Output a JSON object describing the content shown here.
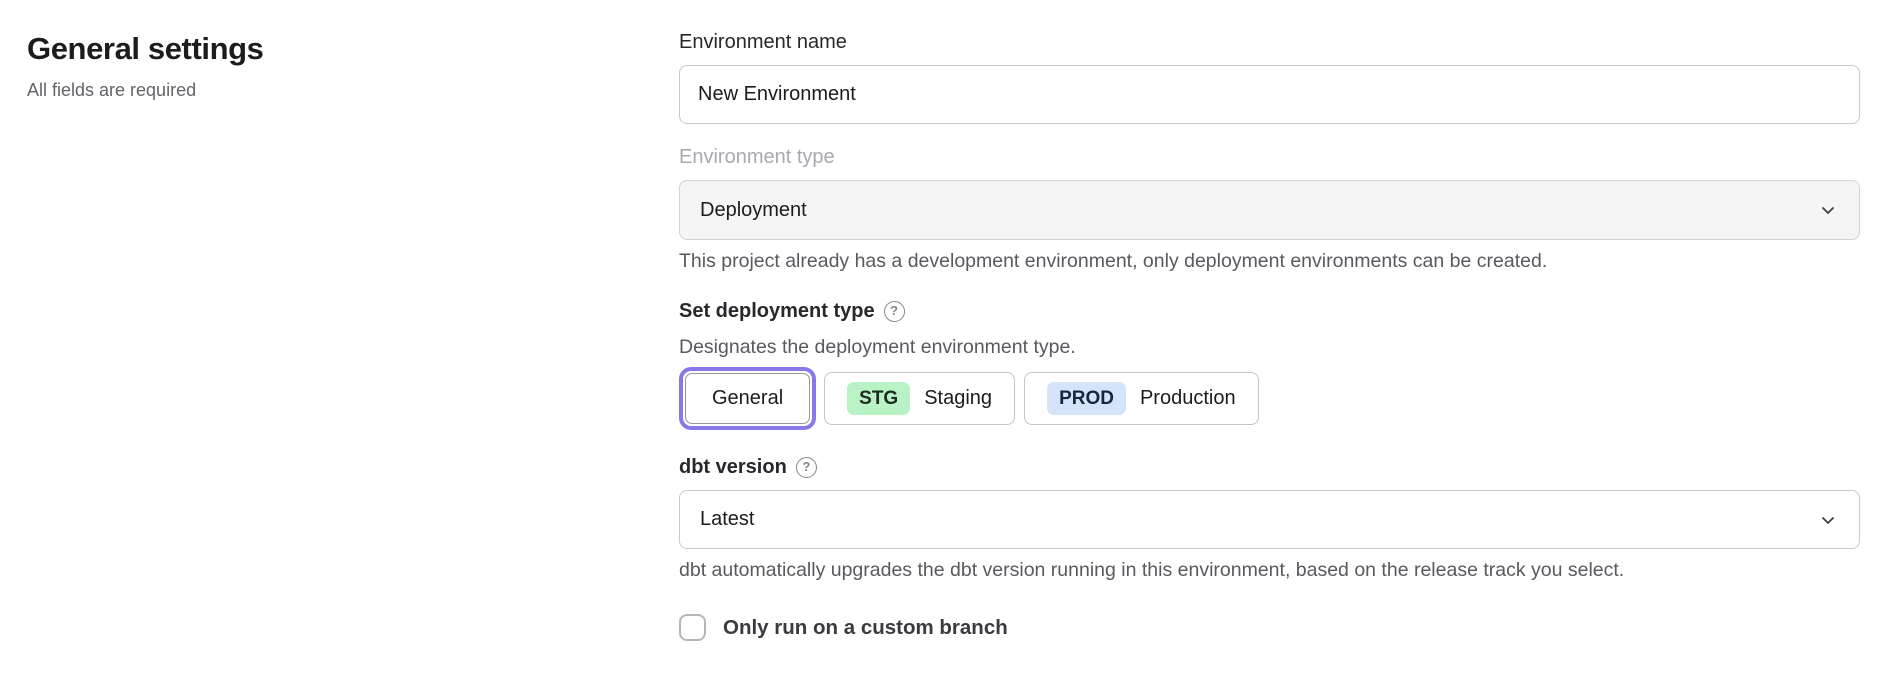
{
  "icons": {
    "help_glyph": "?"
  },
  "page": {
    "title": "General settings",
    "subtitle": "All fields are required"
  },
  "form": {
    "environment_name": {
      "label": "Environment name",
      "value": "New Environment"
    },
    "environment_type": {
      "label": "Environment type",
      "value": "Deployment",
      "disabled": true,
      "helper": "This project already has a development environment, only deployment environments can be created."
    },
    "deployment_type": {
      "label": "Set deployment type",
      "helper": "Designates the deployment environment type.",
      "options": [
        {
          "label": "General",
          "badge": "",
          "selected": true
        },
        {
          "label": "Staging",
          "badge": "STG",
          "selected": false
        },
        {
          "label": "Production",
          "badge": "PROD",
          "selected": false
        }
      ]
    },
    "dbt_version": {
      "label": "dbt version",
      "value": "Latest",
      "helper": "dbt automatically upgrades the dbt version running in this environment, based on the release track you select."
    },
    "custom_branch": {
      "label": "Only run on a custom branch",
      "checked": false
    }
  },
  "colors": {
    "selected_ring_purple": "#877ae8",
    "staging_badge_bg": "#b9f3c5",
    "production_badge_bg": "#d4e4fb",
    "disabled_select_bg": "#f5f5f6",
    "border_gray": "#c9c9cf",
    "helper_text_gray": "#59595f",
    "disabled_label_gray": "#a9a9b1"
  }
}
